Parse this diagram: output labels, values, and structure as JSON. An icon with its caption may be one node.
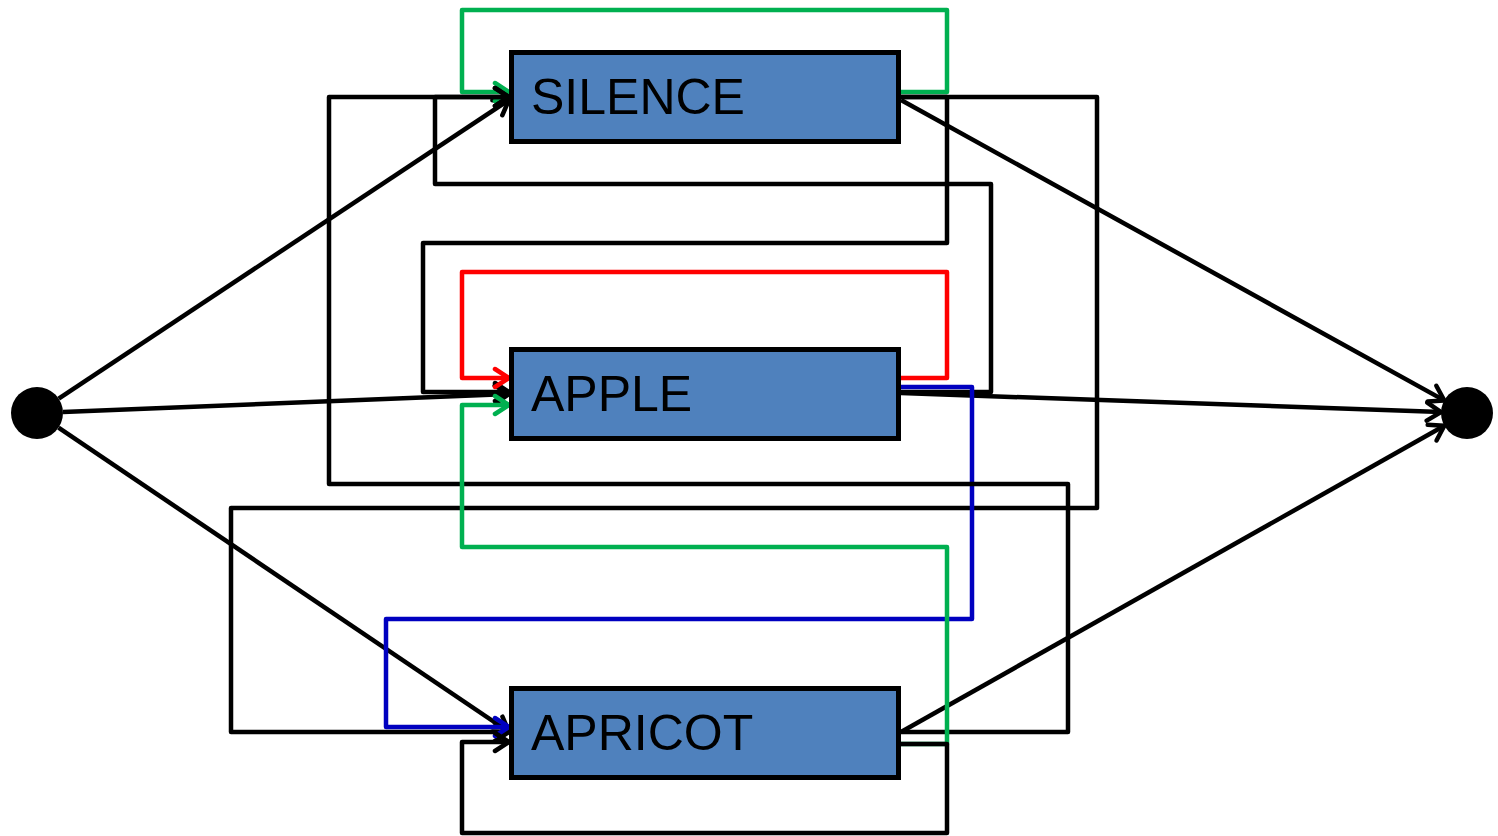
{
  "diagram": {
    "nodes": [
      {
        "text": [],
        "shape": "circle"
      },
      {
        "text": [
          "SILENCE"
        ]
      },
      {
        "text": [
          "APPLE"
        ]
      },
      {
        "text": [
          "APRICOT"
        ]
      },
      {
        "text": [],
        "shape": "circle"
      }
    ],
    "edges": [
      {
        "from": 0,
        "to": 1,
        "arrow": "to"
      },
      {
        "from": 0,
        "to": 2,
        "arrow": "to"
      },
      {
        "from": 0,
        "to": 3,
        "arrow": "to"
      },
      {
        "from": 1,
        "to": 4,
        "arrow": "to"
      },
      {
        "from": 2,
        "to": 4,
        "arrow": "to"
      },
      {
        "from": 3,
        "to": 4,
        "arrow": "to"
      },
      {
        "from": 1,
        "to": 1,
        "arrow": "to",
        "color": "#00b050"
      },
      {
        "from": 1,
        "to": 2,
        "arrow": "to"
      },
      {
        "from": 1,
        "to": 3,
        "arrow": "to"
      },
      {
        "from": 2,
        "to": 1,
        "arrow": "to"
      },
      {
        "from": 2,
        "to": 2,
        "arrow": "to",
        "color": "#ff0000"
      },
      {
        "from": 2,
        "to": 3,
        "arrow": "to",
        "color": "#0000c0"
      },
      {
        "from": 3,
        "to": 1,
        "arrow": "to"
      },
      {
        "from": 3,
        "to": 2,
        "arrow": "to",
        "color": "#00b050"
      },
      {
        "from": 3,
        "to": 3,
        "arrow": "to"
      }
    ]
  }
}
